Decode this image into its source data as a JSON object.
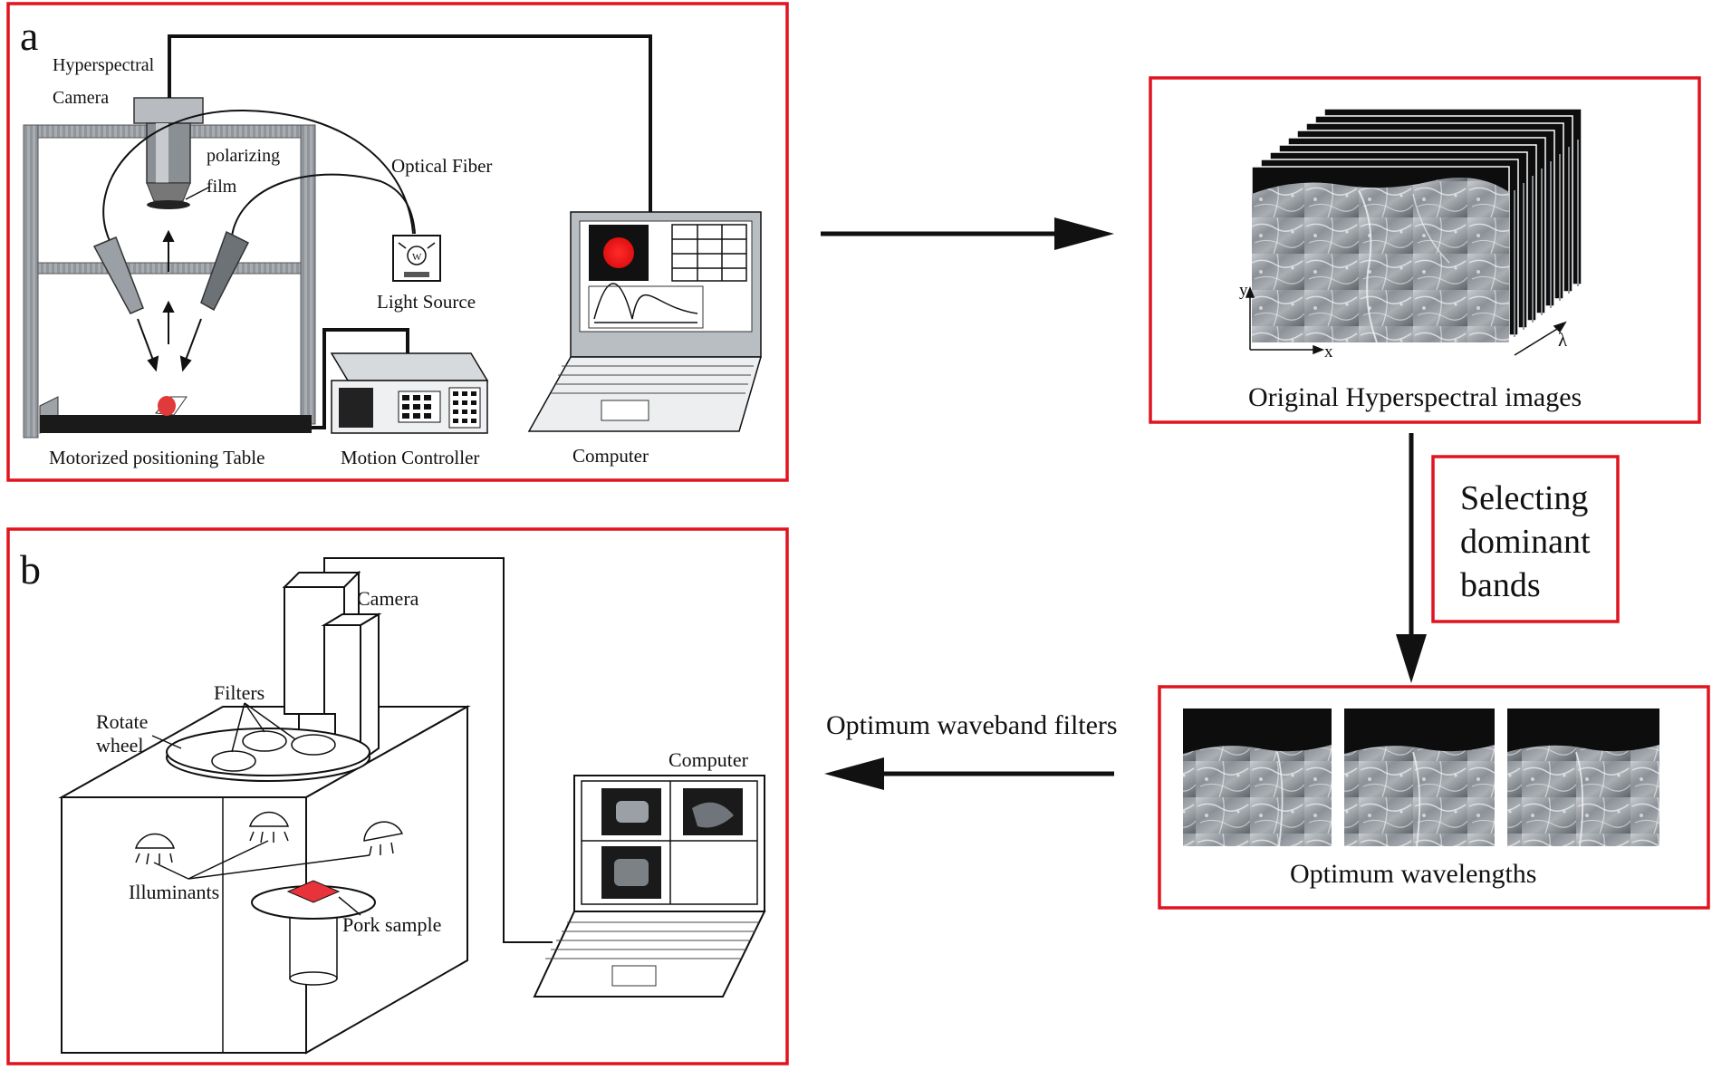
{
  "panel_a": {
    "letter": "a",
    "labels": {
      "camera_line1": "Hyperspectral",
      "camera_line2": "Camera",
      "film_line1": "polarizing",
      "film_line2": "film",
      "fiber": "Optical Fiber",
      "light": "Light Source",
      "table": "Motorized positioning Table",
      "controller": "Motion Controller",
      "computer": "Computer"
    }
  },
  "panel_b": {
    "letter": "b",
    "labels": {
      "camera": "Camera",
      "filters": "Filters",
      "rotate_line1": "Rotate",
      "rotate_line2": "wheel",
      "illuminants": "Illuminants",
      "pork": "Pork sample",
      "computer": "Computer"
    }
  },
  "hyper_panel": {
    "caption": "Original Hyperspectral images",
    "axis_x": "x",
    "axis_y": "y",
    "axis_lambda": "λ"
  },
  "selecting": {
    "line1": "Selecting",
    "line2": "dominant",
    "line3": "bands"
  },
  "optimum_panel": {
    "caption": "Optimum wavelengths"
  },
  "filters_arrow_label": "Optimum waveband filters",
  "colors": {
    "panel_border": "#e0141e",
    "sample_red": "#e8333a"
  }
}
